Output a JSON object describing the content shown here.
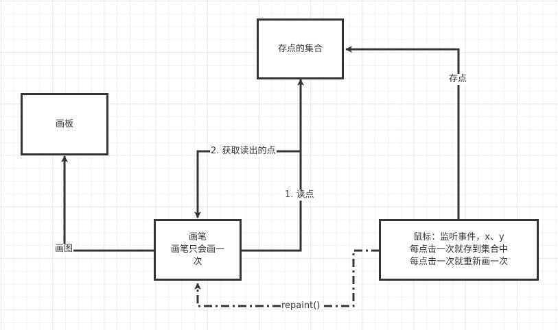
{
  "diagram": {
    "nodes": {
      "point_collection": {
        "label": "存点的集合"
      },
      "canvas": {
        "label": "画板"
      },
      "pen": {
        "lines": [
          "画笔",
          "画笔只会画一",
          "次"
        ]
      },
      "mouse": {
        "lines": [
          "鼠标：监听事件，x、y",
          "每点击一次就存到集合中",
          "每点击一次就重新画一次"
        ]
      }
    },
    "edges": {
      "store_point": {
        "label": "存点"
      },
      "read_point": {
        "label": "1. 读点"
      },
      "get_read_points": {
        "label": "2. 获取读出的点"
      },
      "draw_picture": {
        "label": "画图"
      },
      "repaint": {
        "label": "repaint()"
      }
    },
    "colors": {
      "stroke": "#333333",
      "grid": "#e8e8e8",
      "background": "#ffffff"
    }
  }
}
